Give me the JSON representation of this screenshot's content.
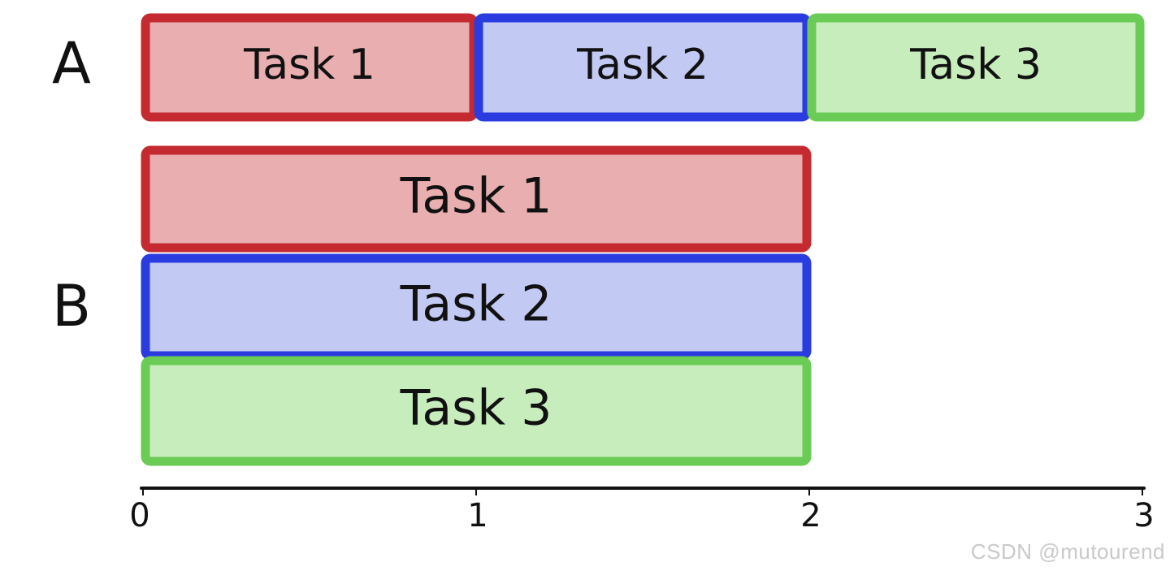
{
  "rows": [
    {
      "label": "A",
      "tasks": [
        {
          "label": "Task 1",
          "start": 0,
          "end": 1,
          "color": "red"
        },
        {
          "label": "Task 2",
          "start": 1,
          "end": 2,
          "color": "blue"
        },
        {
          "label": "Task 3",
          "start": 2,
          "end": 3,
          "color": "green"
        }
      ]
    },
    {
      "label": "B",
      "tasks": [
        {
          "label": "Task 1",
          "start": 0,
          "end": 2,
          "color": "red"
        },
        {
          "label": "Task 2",
          "start": 0,
          "end": 2,
          "color": "blue"
        },
        {
          "label": "Task 3",
          "start": 0,
          "end": 2,
          "color": "green"
        }
      ]
    }
  ],
  "axis": {
    "ticks": [
      {
        "value": 0,
        "label": "0"
      },
      {
        "value": 1,
        "label": "1"
      },
      {
        "value": 2,
        "label": "2"
      },
      {
        "value": 3,
        "label": "3"
      }
    ]
  },
  "colors": {
    "red": {
      "fill": "#e8aeb0",
      "stroke": "#c42a2f"
    },
    "blue": {
      "fill": "#c2c9f3",
      "stroke": "#2a3be0"
    },
    "green": {
      "fill": "#c8edbd",
      "stroke": "#6acb55"
    },
    "ink": "#111111"
  },
  "watermark": "CSDN @mutourend"
}
